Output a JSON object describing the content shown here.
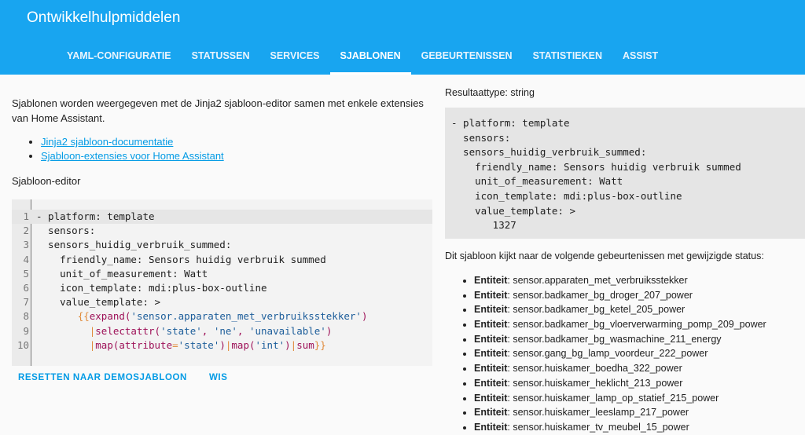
{
  "header": {
    "title": "Ontwikkelhulpmiddelen",
    "accent_color": "#18a5f0",
    "tabs": [
      {
        "label": "YAML-CONFIGURATIE",
        "active": false
      },
      {
        "label": "STATUSSEN",
        "active": false
      },
      {
        "label": "SERVICES",
        "active": false
      },
      {
        "label": "SJABLONEN",
        "active": true
      },
      {
        "label": "GEBEURTENISSEN",
        "active": false
      },
      {
        "label": "STATISTIEKEN",
        "active": false
      },
      {
        "label": "ASSIST",
        "active": false
      }
    ]
  },
  "left": {
    "intro": "Sjablonen worden weergegeven met de Jinja2 sjabloon-editor samen met enkele extensies van Home Assistant.",
    "links": [
      "Jinja2 sjabloon-documentatie",
      "Sjabloon-extensies voor Home Assistant"
    ],
    "editor_label": "Sjabloon-editor",
    "editor": {
      "line_numbers": [
        "1",
        "2",
        "3",
        "4",
        "5",
        "6",
        "7",
        "8",
        "9",
        "10"
      ],
      "lines": {
        "l1": "- platform: template",
        "l2": "  sensors:",
        "l3": "  sensors_huidig_verbruik_summed:",
        "l4": "    friendly_name: Sensors huidig verbruik summed",
        "l5": "    unit_of_measurement: Watt",
        "l6": "    icon_template: mdi:plus-box-outline",
        "l7": "    value_template: >",
        "l8_indent": "       ",
        "l8_open": "{{",
        "l8_fn": "expand",
        "l8_p1": "(",
        "l8_str": "'sensor.apparaten_met_verbruiksstekker'",
        "l8_p2": ")",
        "l9_indent": "         ",
        "l9_pipe": "|",
        "l9_fn": "selectattr",
        "l9_p1": "(",
        "l9_s1": "'state'",
        "l9_c1": ", ",
        "l9_s2": "'ne'",
        "l9_c2": ", ",
        "l9_s3": "'unavailable'",
        "l9_p2": ")",
        "l10_indent": "         ",
        "l10_pipe1": "|",
        "l10_fn1": "map",
        "l10_p1": "(",
        "l10_attr": "attribute",
        "l10_eq": "=",
        "l10_s1": "'state'",
        "l10_p2": ")",
        "l10_pipe2": "|",
        "l10_fn2": "map",
        "l10_p3": "(",
        "l10_s2": "'int'",
        "l10_p4": ")",
        "l10_pipe3": "|",
        "l10_fn3": "sum",
        "l10_close": "}}"
      }
    },
    "buttons": {
      "reset": "RESETTEN NAAR DEMOSJABLOON",
      "clear": "WIS"
    }
  },
  "right": {
    "result_type": "Resultaattype: string",
    "result_lines": [
      "- platform: template",
      "  sensors:",
      "  sensors_huidig_verbruik_summed:",
      "    friendly_name: Sensors huidig verbruik summed",
      "    unit_of_measurement: Watt",
      "    icon_template: mdi:plus-box-outline",
      "    value_template: >",
      "       1327"
    ],
    "watch_text": "Dit sjabloon kijkt naar de volgende gebeurtenissen met gewijzigde status:",
    "entity_label": "Entiteit",
    "entities": [
      "sensor.apparaten_met_verbruiksstekker",
      "sensor.badkamer_bg_droger_207_power",
      "sensor.badkamer_bg_ketel_205_power",
      "sensor.badkamer_bg_vloerverwarming_pomp_209_power",
      "sensor.badkamer_bg_wasmachine_211_energy",
      "sensor.gang_bg_lamp_voordeur_222_power",
      "sensor.huiskamer_boedha_322_power",
      "sensor.huiskamer_heklicht_213_power",
      "sensor.huiskamer_lamp_op_statief_215_power",
      "sensor.huiskamer_leeslamp_217_power",
      "sensor.huiskamer_tv_meubel_15_power"
    ]
  }
}
